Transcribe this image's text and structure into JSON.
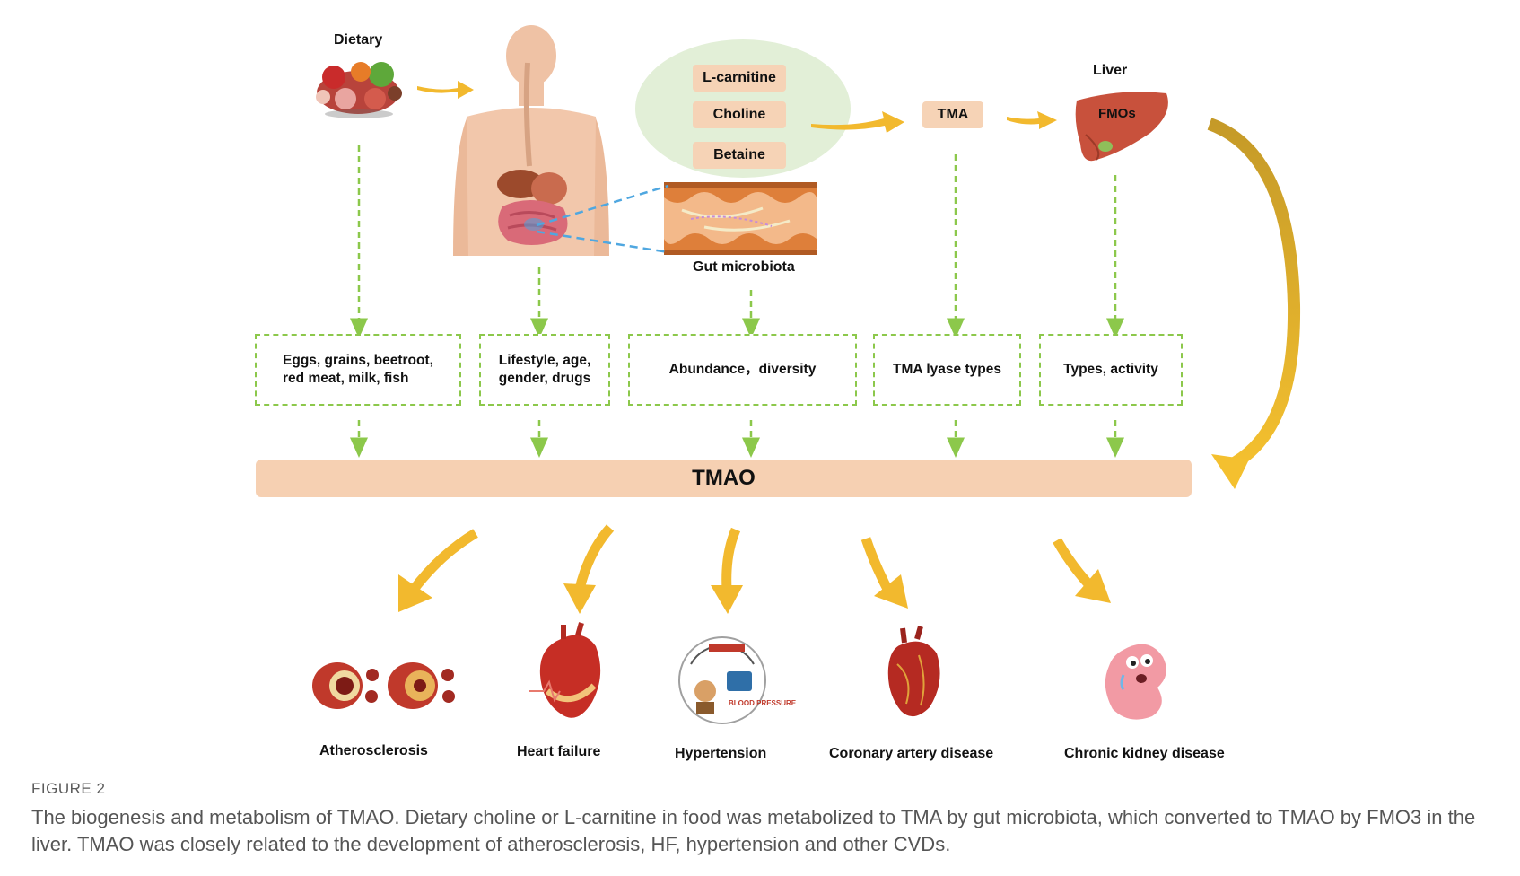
{
  "top": {
    "dietary": "Dietary",
    "liver": "Liver",
    "fmos": "FMOs",
    "tma": "TMA",
    "gut_microbiota": "Gut microbiota",
    "nutrients": [
      "L-carnitine",
      "Choline",
      "Betaine"
    ]
  },
  "factors": [
    {
      "line1": "Eggs, grains, beetroot,",
      "line2": "red meat, milk, fish"
    },
    {
      "line1": "Lifestyle, age,",
      "line2": "gender, drugs"
    },
    {
      "line1": "Abundance，diversity",
      "line2": ""
    },
    {
      "line1": "TMA lyase types",
      "line2": ""
    },
    {
      "line1": "Types, activity",
      "line2": ""
    }
  ],
  "tmao": "TMAO",
  "diseases": [
    "Atherosclerosis",
    "Heart failure",
    "Hypertension",
    "Coronary artery disease",
    "Chronic kidney disease"
  ],
  "bp_icon_text": "BLOOD PRESSURE",
  "figure_label": "FIGURE 2",
  "caption": "The biogenesis and metabolism of TMAO. Dietary choline or L-carnitine in food was metabolized to TMA by gut microbiota, which converted to TMAO by FMO3 in the liver. TMAO was closely related to the development of atherosclerosis, HF, hypertension and other CVDs.",
  "colors": {
    "accent_arrow": "#f2b92e",
    "dashed_green": "#8cc84b",
    "pill": "#f6d3b6",
    "caption_text": "#555555"
  }
}
